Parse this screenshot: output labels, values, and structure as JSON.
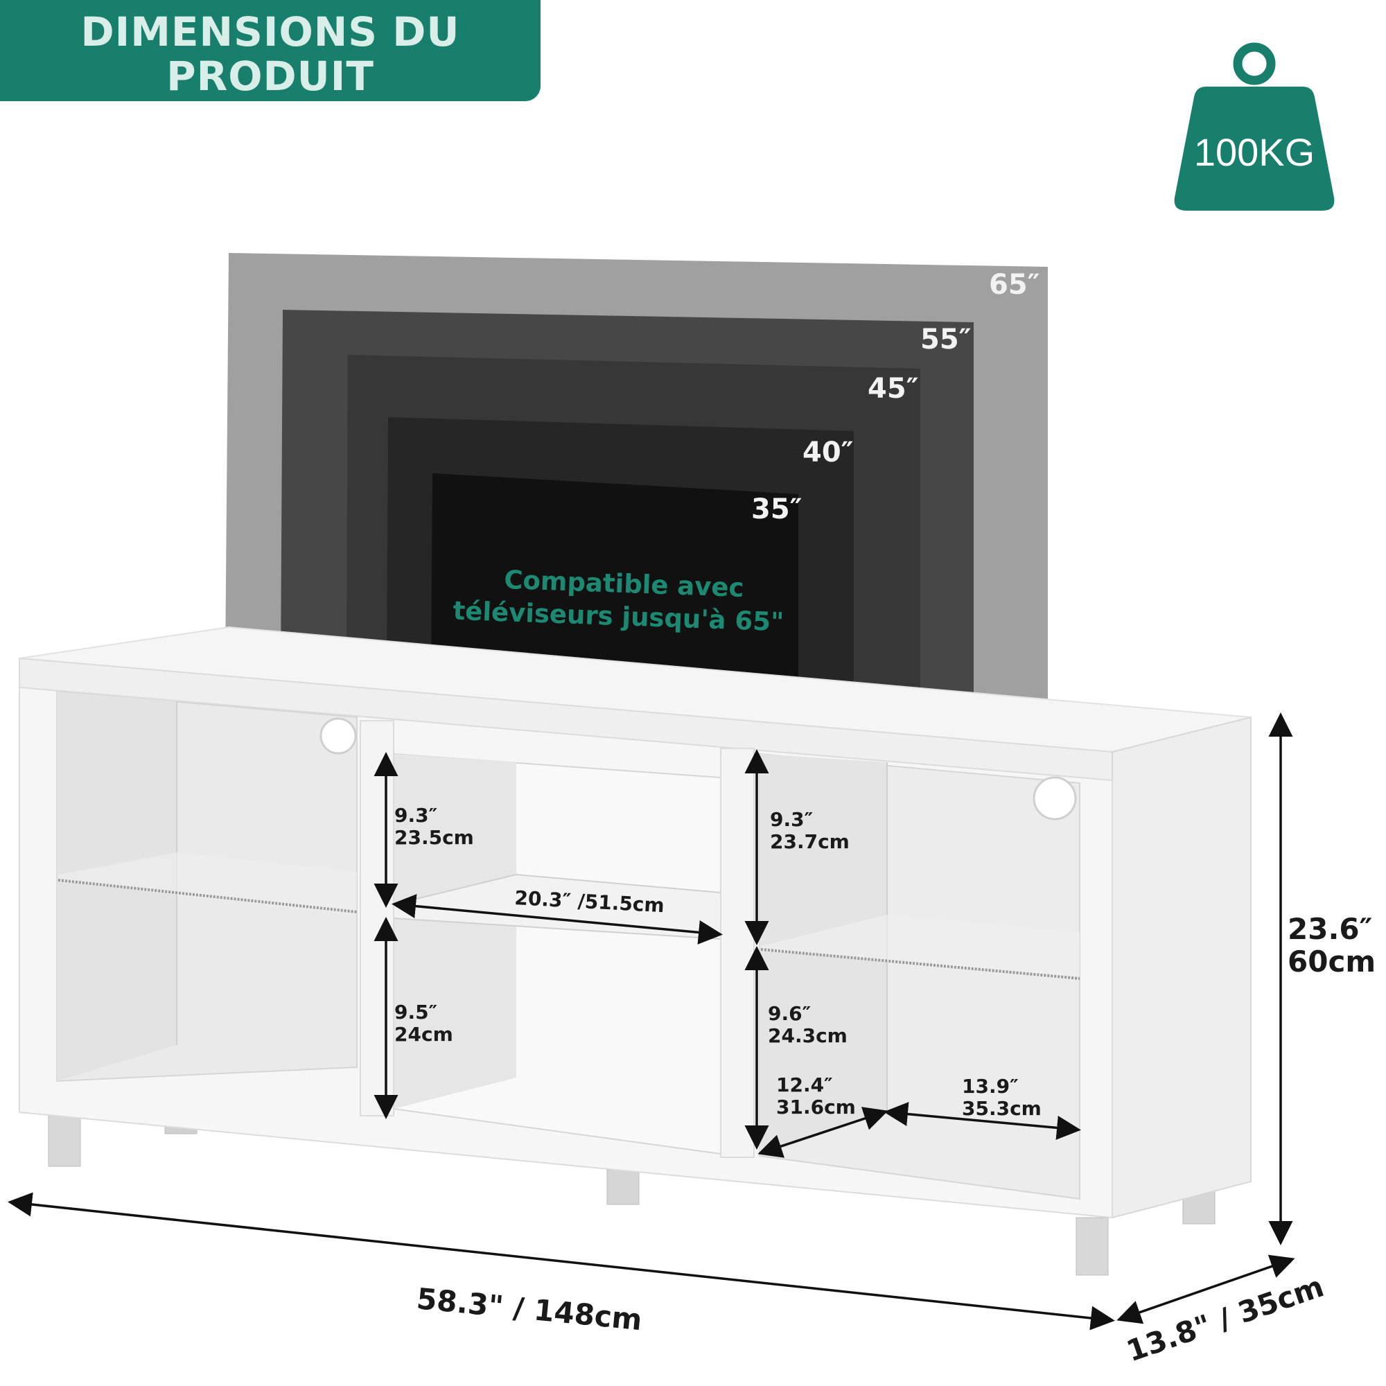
{
  "banner": {
    "title_line1": "DIMENSIONS DU",
    "title_line2": "PRODUIT"
  },
  "weight_badge": {
    "label": "100KG",
    "color": "#177f6c"
  },
  "tv_sizes": [
    "65″",
    "55″",
    "45″",
    "40″",
    "35″"
  ],
  "compatibility": {
    "line1": "Compatible avec",
    "line2": "téléviseurs jusqu'à 65\""
  },
  "dimensions": {
    "left_top_height": {
      "in": "9.3″",
      "cm": "23.5cm"
    },
    "left_bottom_height": {
      "in": "9.5″",
      "cm": "24cm"
    },
    "center_shelf_width": "20.3″ /51.5cm",
    "right_top_height": {
      "in": "9.3″",
      "cm": "23.7cm"
    },
    "right_bottom_height": {
      "in": "9.6″",
      "cm": "24.3cm"
    },
    "cabinet_depth": {
      "in": "12.4″",
      "cm": "31.6cm"
    },
    "cabinet_width": {
      "in": "13.9″",
      "cm": "35.3cm"
    },
    "total_height": {
      "in": "23.6″",
      "cm": "60cm"
    },
    "total_width": "58.3\" / 148cm",
    "total_depth": "13.8\" / 35cm"
  },
  "colors": {
    "accent": "#177f6c",
    "accent_text": "#1c8a73",
    "furniture": "#f7f7f7",
    "tv_outer": "#a0a0a0"
  }
}
